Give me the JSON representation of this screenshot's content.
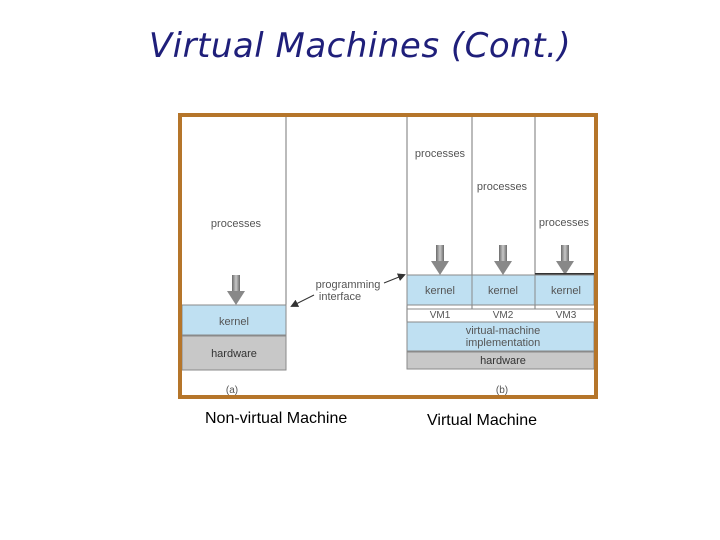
{
  "title": "Virtual Machines (Cont.)",
  "diagram": {
    "a": {
      "processes": "processes",
      "kernel": "kernel",
      "hardware": "hardware",
      "programming_interface_line1": "programming",
      "programming_interface_line2": "interface",
      "label": "(a)"
    },
    "b": {
      "processes": [
        "processes",
        "processes",
        "processes"
      ],
      "kernels": [
        "kernel",
        "kernel",
        "kernel"
      ],
      "vms": [
        "VM1",
        "VM2",
        "VM3"
      ],
      "vm_impl_line1": "virtual-machine",
      "vm_impl_line2": "implementation",
      "hardware": "hardware",
      "label": "(b)"
    },
    "colors": {
      "kernel": "#bfe0f2",
      "hardware": "#c8c8c8",
      "border": "#b5752a"
    }
  },
  "captions": {
    "left": "Non-virtual Machine",
    "right": "Virtual Machine"
  }
}
